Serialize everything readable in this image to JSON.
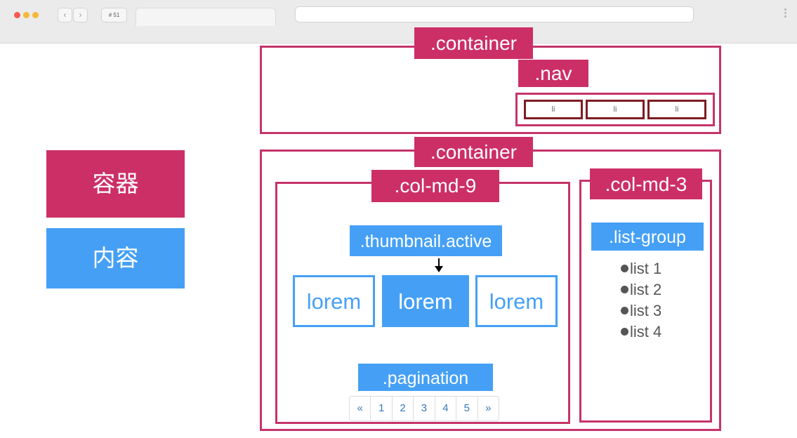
{
  "browser": {
    "back_label": "‹",
    "forward_label": "›",
    "tab_count": "# 51",
    "url": ""
  },
  "legend": {
    "container": "容器",
    "content": "内容"
  },
  "diagram": {
    "top_container_label": ".container",
    "nav_label": ".nav",
    "nav_items": [
      "li",
      "li",
      "li"
    ],
    "main_container_label": ".container",
    "col9_label": ".col-md-9",
    "thumbnail_label": ".thumbnail.active",
    "thumbnails": [
      "lorem",
      "lorem",
      "lorem"
    ],
    "pagination_label": ".pagination",
    "pagination_items": [
      "«",
      "1",
      "2",
      "3",
      "4",
      "5",
      "»"
    ],
    "col3_label": ".col-md-3",
    "list_group_label": ".list-group",
    "list_items": [
      "list 1",
      "list 2",
      "list 3",
      "list 4"
    ]
  },
  "colors": {
    "container": "#cc2f66",
    "content": "#45a0f5",
    "nav_item_border": "#7d1d22",
    "pagination_link": "#337ab7"
  }
}
